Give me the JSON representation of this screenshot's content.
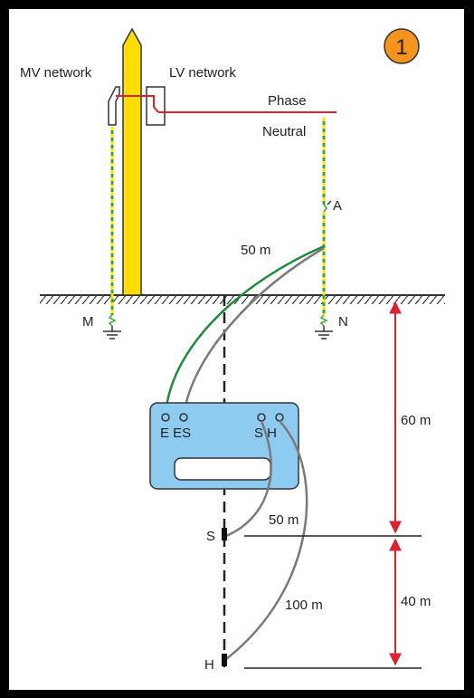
{
  "badge": {
    "number": "1",
    "color": "#f7941d"
  },
  "labels": {
    "mv_network": "MV network",
    "lv_network": "LV network",
    "phase": "Phase",
    "neutral": "Neutral",
    "point_a": "A",
    "point_m": "M",
    "point_n": "N",
    "dist_50m_top": "50 m",
    "dist_60m": "60 m",
    "dist_50m_mid": "50 m",
    "dist_40m": "40 m",
    "dist_100m": "100 m",
    "probe_s": "S",
    "probe_h": "H"
  },
  "meter": {
    "terminals_left": "E ES",
    "terminals_right": "S H",
    "body_color": "#8ecbf0"
  },
  "colors": {
    "pole": "#ffdd00",
    "phase_wire": "#d9232d",
    "neutral_wire_a": "#3aaa35",
    "neutral_wire_b": "#ffe600",
    "green_lead": "#1f8a3a",
    "grey_lead": "#7a7a7a",
    "dimension": "#d9232d"
  }
}
